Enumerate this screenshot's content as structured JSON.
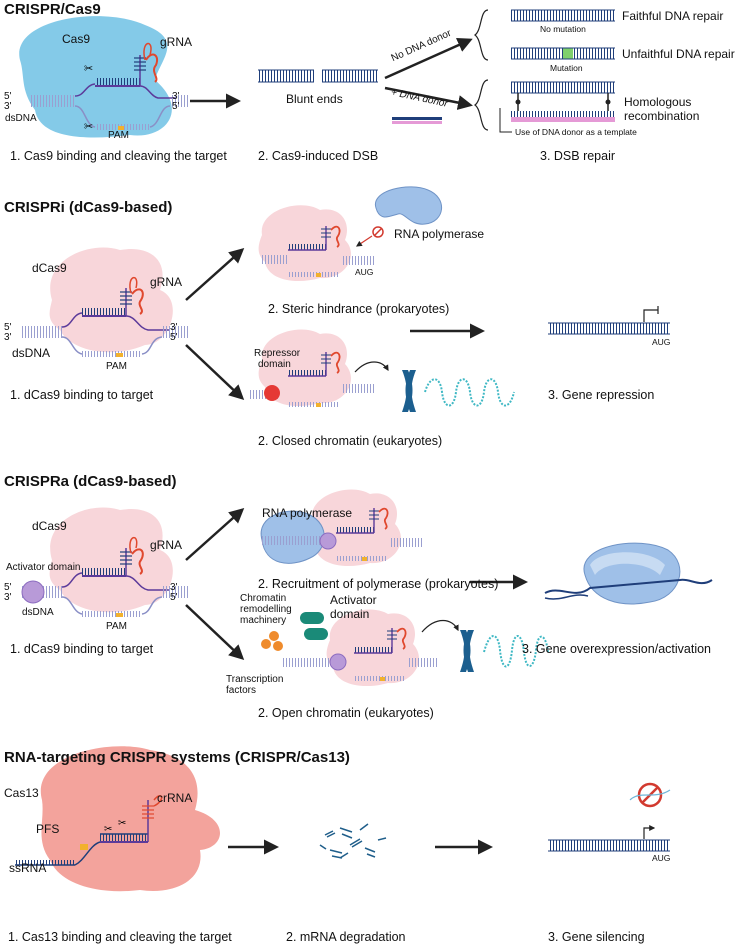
{
  "sections": {
    "crispr_cas9": {
      "title": "CRISPR/Cas9",
      "labels": {
        "cas9": "Cas9",
        "grna": "gRNA",
        "five_prime": "5'",
        "three_prime": "3'",
        "three_prime_r": "3'",
        "five_prime_r": "5'",
        "dsdna": "dsDNA",
        "pam": "PAM",
        "blunt_ends": "Blunt ends",
        "no_donor": "No DNA donor",
        "plus_donor": "+ DNA donor",
        "faithful": "Faithful DNA repair",
        "no_mutation": "No mutation",
        "unfaithful": "Unfaithful DNA repair",
        "mutation": "Mutation",
        "homologous": "Homologous",
        "recombination": "recombination",
        "donor_template": "Use of DNA donor as a template"
      },
      "steps": [
        "1.  Cas9 binding and cleaving the target",
        "2. Cas9-induced DSB",
        "3. DSB repair"
      ]
    },
    "crispri": {
      "title": "CRISPRi (dCas9-based)",
      "labels": {
        "dcas9": "dCas9",
        "grna": "gRNA",
        "five_prime": "5'",
        "three_prime": "3'",
        "three_prime_r": "3'",
        "five_prime_r": "5'",
        "dsdna": "dsDNA",
        "pam": "PAM",
        "rna_polymerase": "RNA polymerase",
        "aug_top": "AUG",
        "repressor1": "Repressor",
        "repressor2": "domain",
        "aug_repression": "AUG"
      },
      "steps": [
        "1.  dCas9 binding to target",
        "2. Steric hindrance (prokaryotes)",
        "2. Closed chromatin (eukaryotes)",
        "3. Gene repression"
      ]
    },
    "crispra": {
      "title": "CRISPRa (dCas9-based)",
      "labels": {
        "dcas9": "dCas9",
        "grna": "gRNA",
        "activator_domain": "Activator domain",
        "five_prime": "5'",
        "three_prime": "3'",
        "three_prime_r": "3'",
        "five_prime_r": "5'",
        "dsdna": "dsDNA",
        "pam": "PAM",
        "rna_polymerase": "RNA polymerase",
        "chromatin1": "Chromatin",
        "chromatin2": "remodelling",
        "chromatin3": "machinery",
        "activator1": "Activator",
        "activator2": "domain",
        "tf1": "Transcription",
        "tf2": "factors"
      },
      "steps": [
        "1.  dCas9 binding to target",
        "2. Recruitment of polymerase (prokaryotes)",
        "2. Open chromatin (eukaryotes)",
        "3. Gene overexpression/activation"
      ]
    },
    "cas13": {
      "title": "RNA-targeting CRISPR systems (CRISPR/Cas13)",
      "labels": {
        "cas13": "Cas13",
        "crrna": "crRNA",
        "pfs": "PFS",
        "ssrna": "ssRNA",
        "aug": "AUG"
      },
      "steps": [
        "1.  Cas13 binding and cleaving the target",
        "2. mRNA degradation",
        "3. Gene silencing"
      ]
    }
  },
  "colors": {
    "dna": "#1f3e7a",
    "dna_light": "#8a8fc6",
    "purple": "#5c3a9a",
    "cas9_blue": "#6ec1e4",
    "dcas9_pink": "#f8d6da",
    "cas13_salmon": "#f3a39c",
    "rna_red": "#e0482e",
    "pam_yellow": "#f2b12c",
    "mutation_green": "#7fd06b",
    "donor_pink": "#e59ad6",
    "polymerase": "#9fc0e8",
    "repressor_red": "#e53935",
    "activator_purple": "#b89ad8",
    "chromosome": "#1c5f8f",
    "teal": "#1a8a78",
    "orange": "#ef8b2c"
  },
  "icons": [
    "scissors-icon",
    "rna-polymerase-icon",
    "chromosome-icon",
    "forbidden-icon",
    "transcription-start-arrow-icon"
  ]
}
